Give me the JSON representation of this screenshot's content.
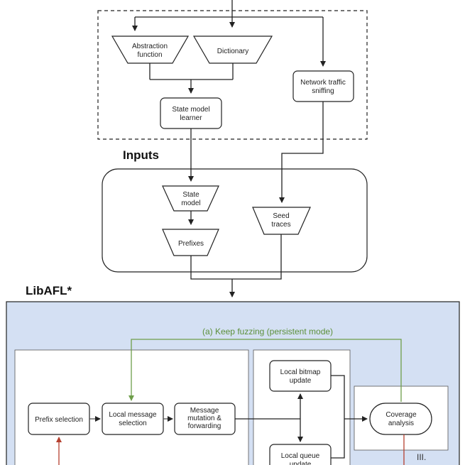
{
  "top_header_partial": "",
  "nodes": {
    "abstraction": [
      "Abstraction",
      "function"
    ],
    "dictionary": [
      "Dictionary"
    ],
    "network": [
      "Network traffic",
      "sniffing"
    ],
    "state_learner": [
      "State model",
      "learner"
    ],
    "state_model": [
      "State",
      "model"
    ],
    "prefixes": [
      "Prefixes"
    ],
    "seed": [
      "Seed",
      "traces"
    ],
    "prefix_selection": [
      "Prefix selection"
    ],
    "local_message": [
      "Local message",
      "selection"
    ],
    "mutation": [
      "Message",
      "mutation &",
      "forwarding"
    ],
    "bitmap": [
      "Local bitmap",
      "update"
    ],
    "queue": [
      "Local queue",
      "update"
    ],
    "coverage": [
      "Coverage",
      "analysis"
    ]
  },
  "headers": {
    "inputs": "Inputs",
    "libafl": "LibAFL*"
  },
  "feedback_label": "(a) Keep fuzzing (persistent mode)",
  "roman_label": "III.",
  "colors": {
    "libafl_bg": "#d4e0f3",
    "green": "#6e9e4a",
    "red": "#b5402f",
    "stroke": "#333333"
  }
}
